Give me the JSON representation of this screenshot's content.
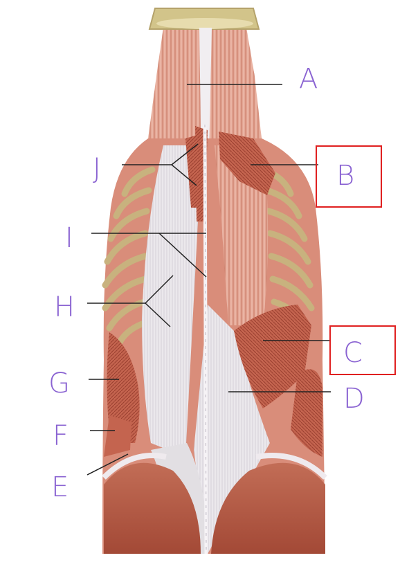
{
  "labels": {
    "A": "A",
    "B": "B",
    "C": "C",
    "D": "D",
    "E": "E",
    "F": "F",
    "G": "G",
    "H": "H",
    "I": "I",
    "J": "J"
  },
  "highlighted_labels": [
    "B",
    "C"
  ],
  "colors": {
    "label": "#8a63d2",
    "highlight_box": "#e02020",
    "leader_line": "#222222",
    "muscle": "#c9735e",
    "muscle_dark": "#a14c3c",
    "fascia": "#e6e3e6",
    "skin_pink": "#e5b4aa",
    "rib": "#c8b27e",
    "cut_top": "#d2c48a"
  }
}
